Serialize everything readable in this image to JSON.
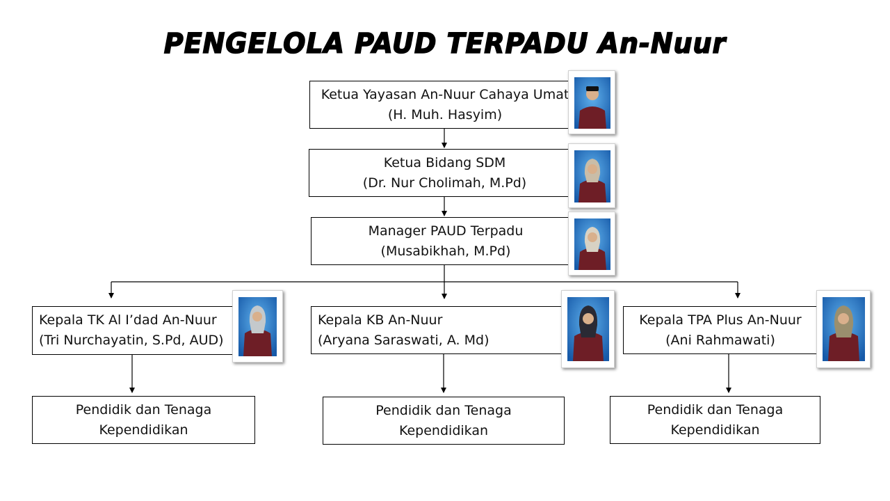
{
  "title": "PENGELOLA PAUD TERPADU An-Nuur",
  "nodes": {
    "ketua_yayasan": {
      "role": "Ketua Yayasan An-Nuur Cahaya Umat",
      "name": "(H. Muh. Hasyim)"
    },
    "ketua_sdm": {
      "role": "Ketua Bidang SDM",
      "name": "(Dr. Nur Cholimah, M.Pd)"
    },
    "manager": {
      "role": "Manager PAUD Terpadu",
      "name": "(Musabikhah, M.Pd)"
    },
    "kepala_tk": {
      "role": "Kepala TK Al I’dad An-Nuur",
      "name": "(Tri Nurchayatin, S.Pd, AUD)"
    },
    "kepala_kb": {
      "role": "Kepala KB An-Nuur",
      "name": "(Aryana Saraswati, A. Md)"
    },
    "kepala_tpa": {
      "role": "Kepala TPA Plus An-Nuur",
      "name": "(Ani Rahmawati)"
    },
    "staff_tk": {
      "line1": "Pendidik dan Tenaga",
      "line2": "Kependidikan"
    },
    "staff_kb": {
      "line1": "Pendidik dan Tenaga",
      "line2": "Kependidikan"
    },
    "staff_tpa": {
      "line1": "Pendidik dan Tenaga",
      "line2": "Kependidikan"
    }
  },
  "colors": {
    "photo_background": "#1f6fc2",
    "jacket": "#6e1e26"
  }
}
